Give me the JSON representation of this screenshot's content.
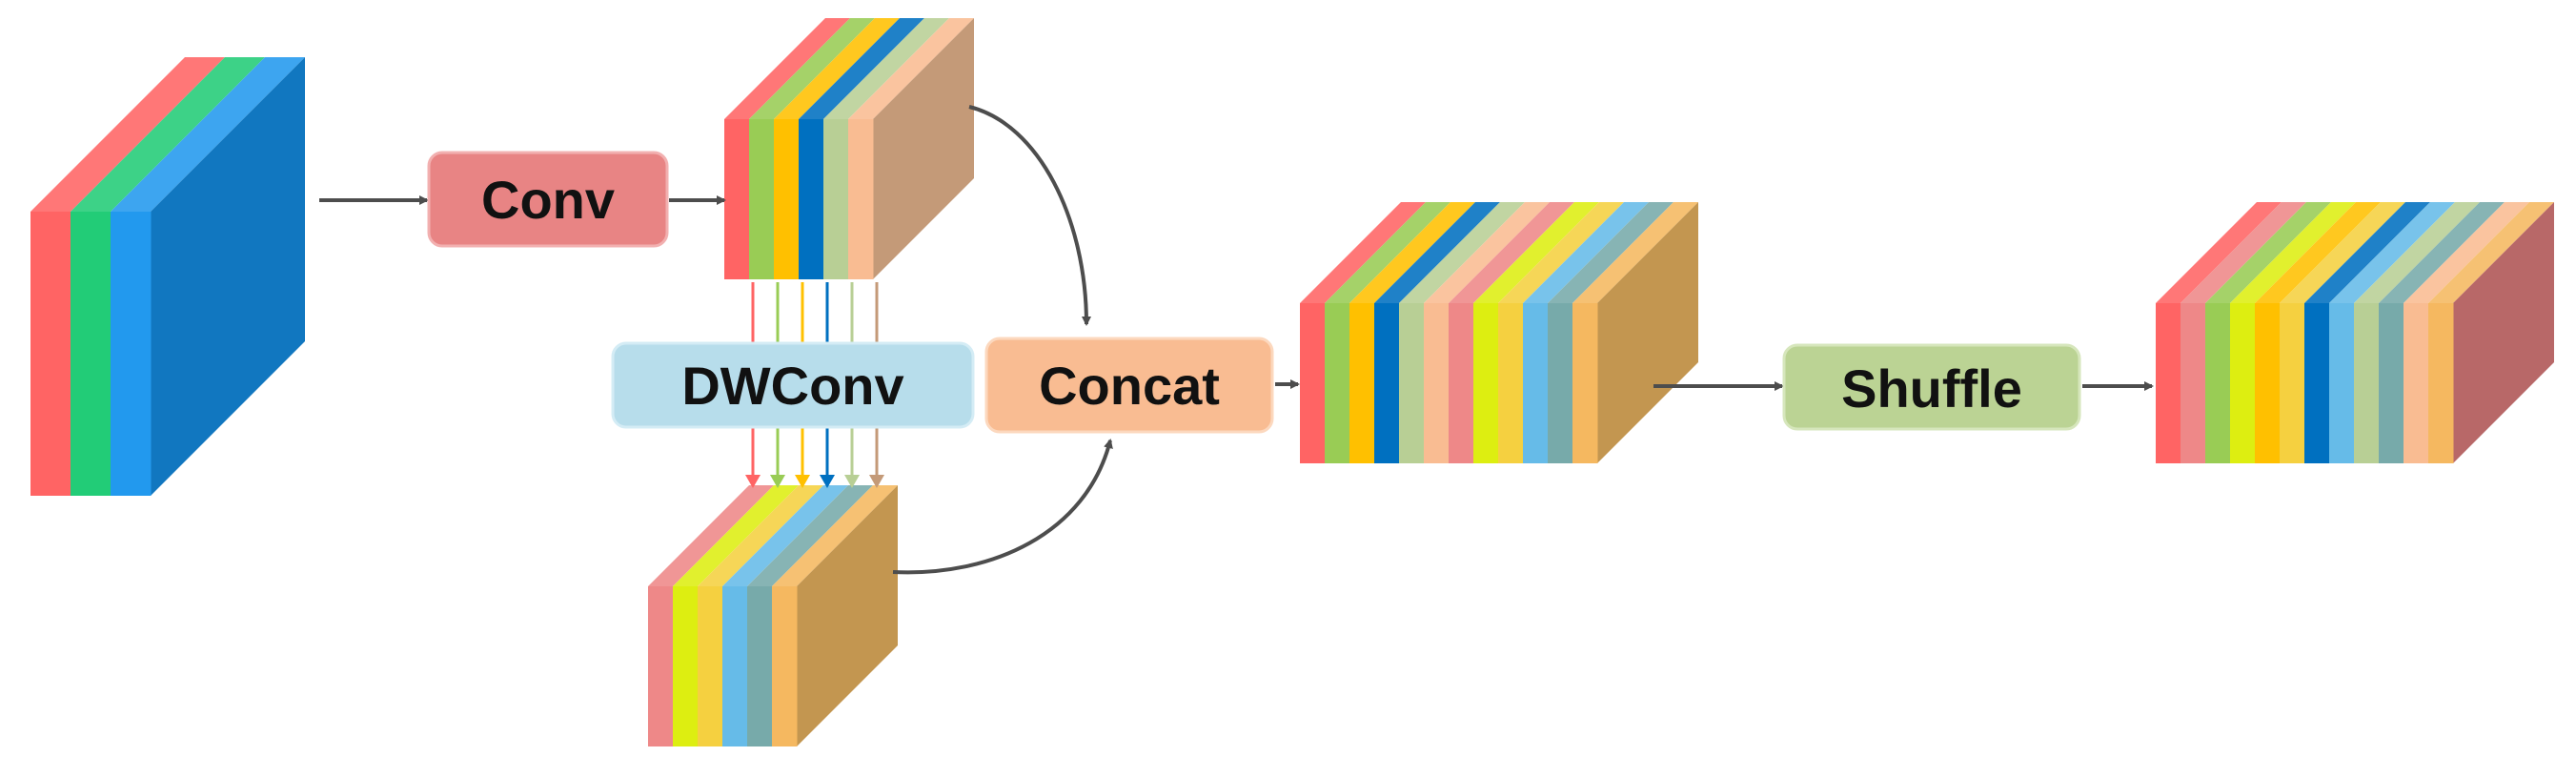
{
  "labels": {
    "conv": "Conv",
    "dwconv": "DWConv",
    "concat": "Concat",
    "shuffle": "Shuffle"
  },
  "colors": {
    "conv_box": "#E88484",
    "dwconv_box": "#B7DDEB",
    "concat_box": "#F9BC92",
    "shuffle_box": "#BBD394",
    "arrow": "#4D4D4D"
  },
  "blocks": {
    "input": {
      "stripes": [
        "#FF6464",
        "#22CC77",
        "#2299EE"
      ],
      "body": "#1177C0"
    },
    "conv_out": {
      "stripes": [
        "#FF6464",
        "#99CC55",
        "#FFC000",
        "#0070C0",
        "#B8CF95",
        "#F9BC92"
      ],
      "body": "#C49A78"
    },
    "dw_out": {
      "stripes": [
        "#EE8888",
        "#DDEE11",
        "#F5D040",
        "#66BBE8",
        "#77AAAA",
        "#F5B860"
      ],
      "body": "#C39650"
    },
    "concat_out": {
      "stripes": [
        "#FF6464",
        "#99CC55",
        "#FFC000",
        "#0070C0",
        "#B8CF95",
        "#F9BC92",
        "#EE8888",
        "#DDEE11",
        "#F5D040",
        "#66BBE8",
        "#77AAAA",
        "#F5B860"
      ],
      "body": "#C39650"
    },
    "shuffle_out": {
      "stripes": [
        "#FF6464",
        "#EE8888",
        "#99CC55",
        "#DDEE11",
        "#FFC000",
        "#F5D040",
        "#0070C0",
        "#66BBE8",
        "#B8CF95",
        "#77AAAA",
        "#F9BC92",
        "#F5B860"
      ],
      "body": "#B86868"
    }
  },
  "dw_arrow_colors": [
    "#FF6464",
    "#99CC55",
    "#FFC000",
    "#0070C0",
    "#B8CF95",
    "#C49A78"
  ]
}
